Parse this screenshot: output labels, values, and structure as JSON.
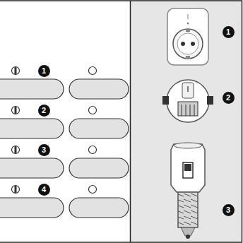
{
  "diagram": {
    "labels": [
      "1",
      "2",
      "3",
      "4",
      "1",
      "2",
      "3"
    ]
  }
}
